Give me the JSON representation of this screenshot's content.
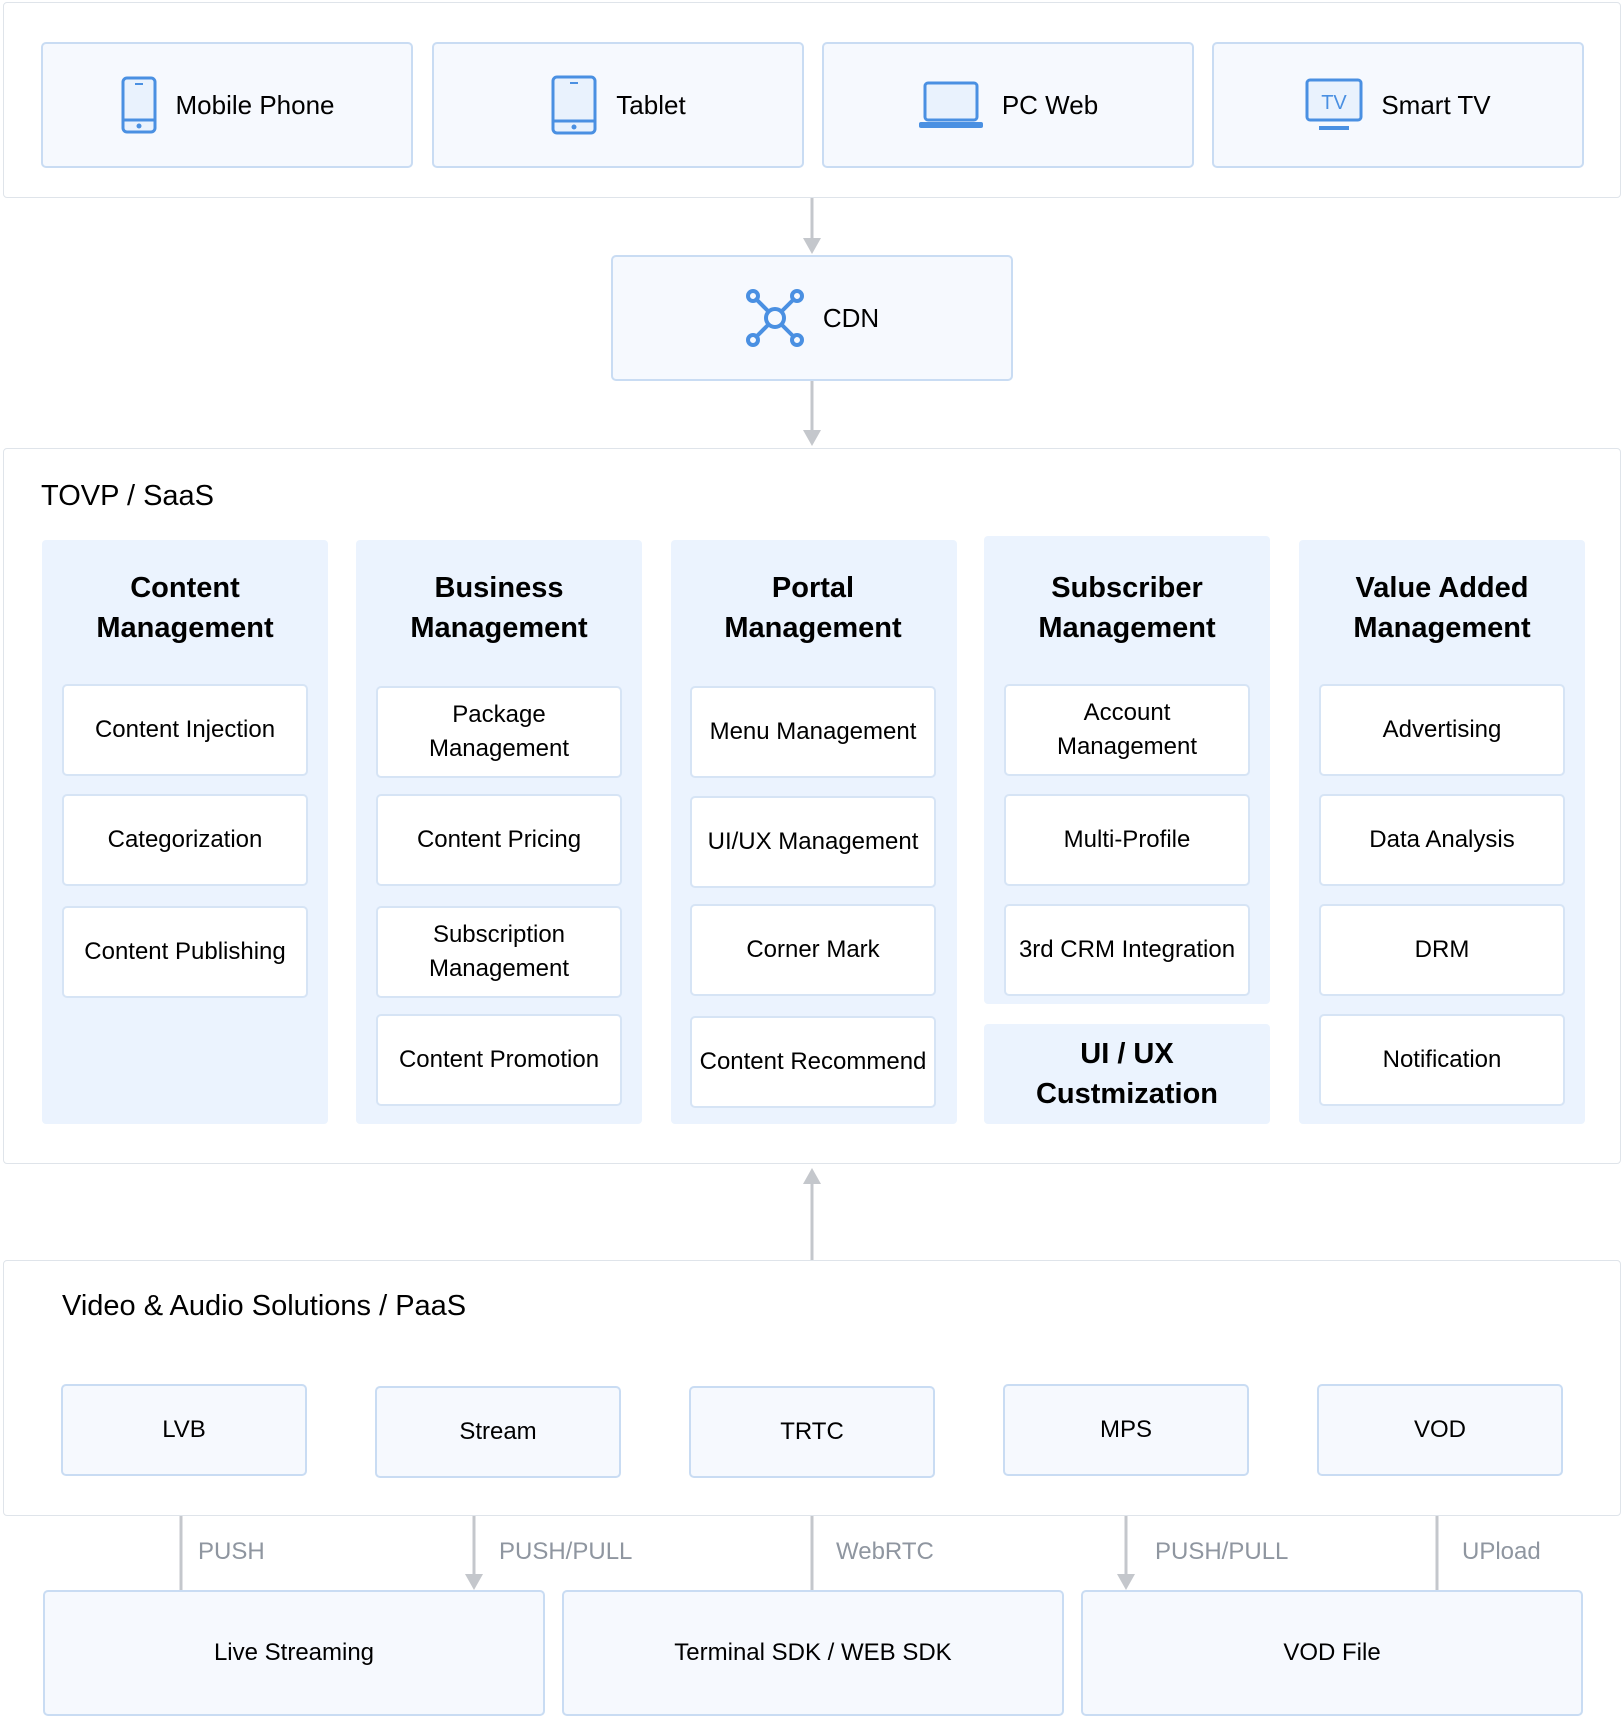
{
  "devices": [
    {
      "label": "Mobile Phone",
      "icon": "mobile-phone-icon"
    },
    {
      "label": "Tablet",
      "icon": "tablet-icon"
    },
    {
      "label": "PC Web",
      "icon": "laptop-icon"
    },
    {
      "label": "Smart TV",
      "icon": "tv-icon",
      "icon_text": "TV"
    }
  ],
  "cdn": {
    "label": "CDN",
    "icon": "network-hub-icon"
  },
  "tovp": {
    "title": "TOVP / SaaS",
    "columns": [
      {
        "title": "Content Management",
        "items": [
          "Content Injection",
          "Categorization",
          "Content Publishing"
        ]
      },
      {
        "title": "Business Management",
        "items": [
          "Package Management",
          "Content Pricing",
          "Subscription Management",
          "Content Promotion"
        ]
      },
      {
        "title": "Portal Management",
        "items": [
          "Menu Management",
          "UI/UX Management",
          "Corner Mark",
          "Content Recommend"
        ]
      },
      {
        "title": "Subscriber Management",
        "items": [
          "Account Management",
          "Multi-Profile",
          "3rd CRM Integration"
        ]
      },
      {
        "title": "Value Added Management",
        "items": [
          "Advertising",
          "Data Analysis",
          "DRM",
          "Notification"
        ]
      }
    ],
    "uiux": "UI / UX Custmization"
  },
  "paas": {
    "title": "Video & Audio Solutions / PaaS",
    "services": [
      "LVB",
      "Stream",
      "TRTC",
      "MPS",
      "VOD"
    ]
  },
  "protocols": [
    "PUSH",
    "PUSH/PULL",
    "WebRTC",
    "PUSH/PULL",
    "UPload"
  ],
  "sources": [
    "Live Streaming",
    "Terminal SDK / WEB SDK",
    "VOD File"
  ],
  "colors": {
    "icon_blue": "#4a90e2",
    "box_border": "#c9dcf3",
    "box_fill": "#f6f9fe",
    "column_fill": "#ebf3fe",
    "arrow": "#c4c7cc"
  }
}
